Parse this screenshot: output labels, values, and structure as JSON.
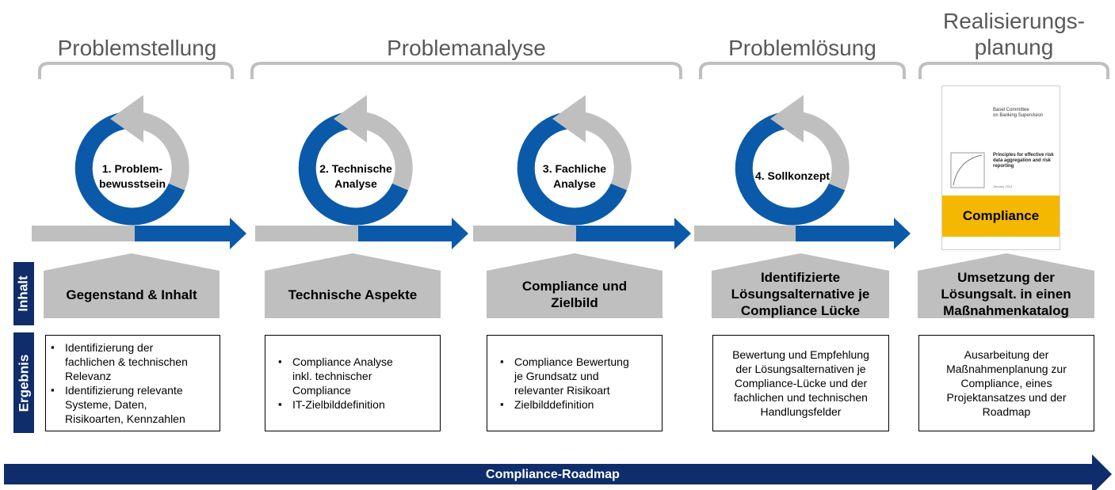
{
  "phases": {
    "p1": "Problemstellung",
    "p2": "Problemanalyse",
    "p3": "Problemlösung",
    "p4_line1": "Realisierungs-",
    "p4_line2": "planung"
  },
  "cycles": {
    "c1_line1": "1. Problem-",
    "c1_line2": "bewusstsein",
    "c2_line1": "2. Technische",
    "c2_line2": "Analyse",
    "c3_line1": "3. Fachliche",
    "c3_line2": "Analyse",
    "c4_line1": "4. Sollkonzept"
  },
  "document": {
    "publisher_line1": "Basel Committee",
    "publisher_line2": "on Banking Supervision",
    "title_line1": "Principles for effective risk",
    "title_line2": "data aggregation and risk",
    "title_line3": "reporting",
    "date": "January 2013",
    "banner": "Compliance"
  },
  "side_labels": {
    "inhalt": "Inhalt",
    "ergebnis": "Ergebnis"
  },
  "inhalt": {
    "h1": "Gegenstand & Inhalt",
    "h2": "Technische Aspekte",
    "h3_line1": "Compliance und",
    "h3_line2": "Zielbild",
    "h4_line1": "Identifizierte",
    "h4_line2": "Lösungsalternative je",
    "h4_line3": "Compliance Lücke",
    "h5_line1": "Umsetzung der",
    "h5_line2": "Lösungsalt. in einen",
    "h5_line3": "Maßnahmenkatalog"
  },
  "ergebnis": {
    "e1_b1_l1": "Identifizierung der",
    "e1_b1_l2": "fachlichen & technischen",
    "e1_b1_l3": "Relevanz",
    "e1_b2_l1": "Identifizierung relevante",
    "e1_b2_l2": "Systeme, Daten,",
    "e1_b2_l3": "Risikoarten, Kennzahlen",
    "e2_b1_l1": "Compliance Analyse",
    "e2_b1_l2": "inkl. technischer",
    "e2_b1_l3": "Compliance",
    "e2_b2_l1": "IT-Zielbilddefinition",
    "e3_b1_l1": "Compliance Bewertung",
    "e3_b1_l2": "je Grundsatz und",
    "e3_b1_l3": "relevanter Risikoart",
    "e3_b2_l1": "Zielbilddefinition",
    "e4_l1": "Bewertung und Empfehlung",
    "e4_l2": "der Lösungsalternativen je",
    "e4_l3": "Compliance-Lücke und der",
    "e4_l4": "fachlichen und technischen",
    "e4_l5": "Handlungsfelder",
    "e5_l1": "Ausarbeitung der",
    "e5_l2": "Maßnahmenplanung zur",
    "e5_l3": "Compliance, eines",
    "e5_l4": "Projektansatzes und der",
    "e5_l5": "Roadmap"
  },
  "roadmap": "Compliance-Roadmap",
  "colors": {
    "blue": "#0b5aa9",
    "gray": "#bfbfbf",
    "navy": "#0f2d6b",
    "header_gray": "#bfbfbf",
    "phase_text": "#595959",
    "compliance_yellow": "#f5b800"
  }
}
